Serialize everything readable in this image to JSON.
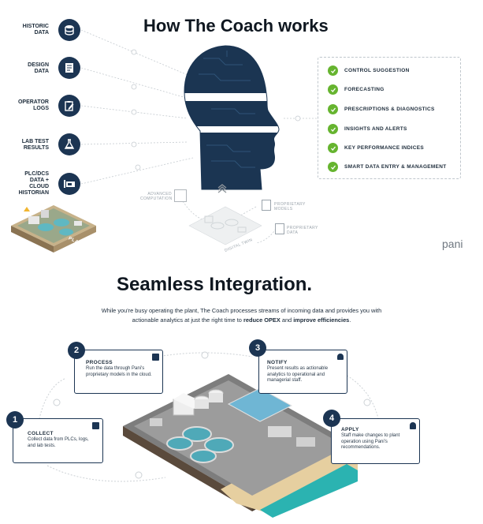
{
  "top": {
    "title": "How The Coach works",
    "inputs": [
      {
        "label": "HISTORIC DATA",
        "icon": "database-icon"
      },
      {
        "label": "DESIGN DATA",
        "icon": "document-icon"
      },
      {
        "label": "OPERATOR LOGS",
        "icon": "clipboard-edit-icon"
      },
      {
        "label": "LAB TEST RESULTS",
        "icon": "flask-icon"
      },
      {
        "label": "PLC/DCS DATA + CLOUD HISTORIAN",
        "icon": "controller-icon"
      }
    ],
    "plant_label": "PLANT",
    "outputs": [
      "CONTROL SUGGESTION",
      "FORECASTING",
      "PRESCRIPTIONS & DIAGNOSTICS",
      "INSIGHTS AND ALERTS",
      "KEY PERFORMANCE INDICES",
      "SMART DATA ENTRY & MANAGEMENT"
    ],
    "advanced_computation": "ADVANCED COMPUTATION",
    "proprietary_models": "PROPRIETARY MODELS",
    "proprietary_data": "PROPRIETARY DATA",
    "digital_twin": "DIGITAL TWIN",
    "brand": "pani"
  },
  "bottom": {
    "title": "Seamless Integration.",
    "intro_line1": "While you're busy operating the plant, The Coach processes streams of incoming data and provides you with",
    "intro_line2_pre": "actionable analytics at just the right time to ",
    "intro_bold1": "reduce OPEX",
    "intro_mid": " and ",
    "intro_bold2": "improve efficiencies",
    "intro_end": ".",
    "steps": [
      {
        "num": "1",
        "heading": "COLLECT",
        "body": "Collect data from PLCs, logs, and lab tests."
      },
      {
        "num": "2",
        "heading": "PROCESS",
        "body": "Run the data through Pani's proprietary models in the cloud."
      },
      {
        "num": "3",
        "heading": "NOTIFY",
        "body": "Present results as actionable analytics to operational and managerial staff."
      },
      {
        "num": "4",
        "heading": "APPLY",
        "body": "Staff make changes to plant operation using Pani's recommendations."
      }
    ]
  },
  "colors": {
    "navy": "#1c3553",
    "green": "#66b42f",
    "teal": "#2bb3b1"
  }
}
